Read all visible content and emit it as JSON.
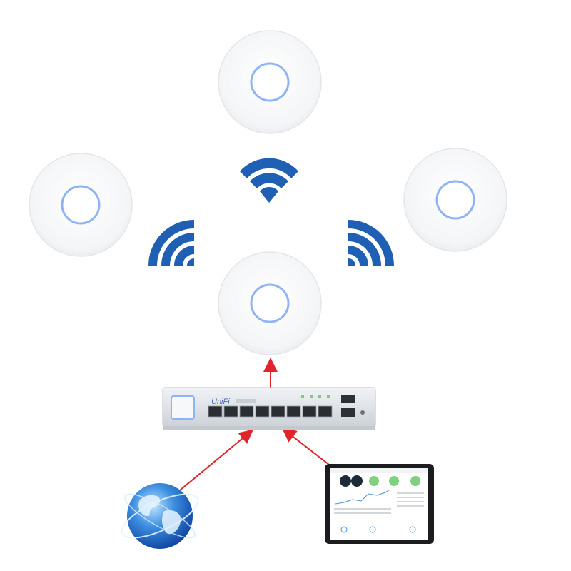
{
  "colors": {
    "wifi_blue": "#1f5fb4",
    "arrow_red": "#e0252a",
    "ap_ring": "#8fb4f5",
    "switch_body": "#dfe3e8"
  },
  "access_points": [
    {
      "id": "ap-top",
      "name": "access-point-top"
    },
    {
      "id": "ap-left",
      "name": "access-point-left"
    },
    {
      "id": "ap-right",
      "name": "access-point-right"
    },
    {
      "id": "ap-center",
      "name": "access-point-center"
    }
  ],
  "switch": {
    "brand": "UniFi",
    "port_count": 8,
    "sfp_count": 2
  },
  "connections": [
    {
      "from": "switch",
      "to": "access-point-center"
    },
    {
      "from": "internet",
      "to": "switch"
    },
    {
      "from": "controller-tablet",
      "to": "switch"
    }
  ]
}
